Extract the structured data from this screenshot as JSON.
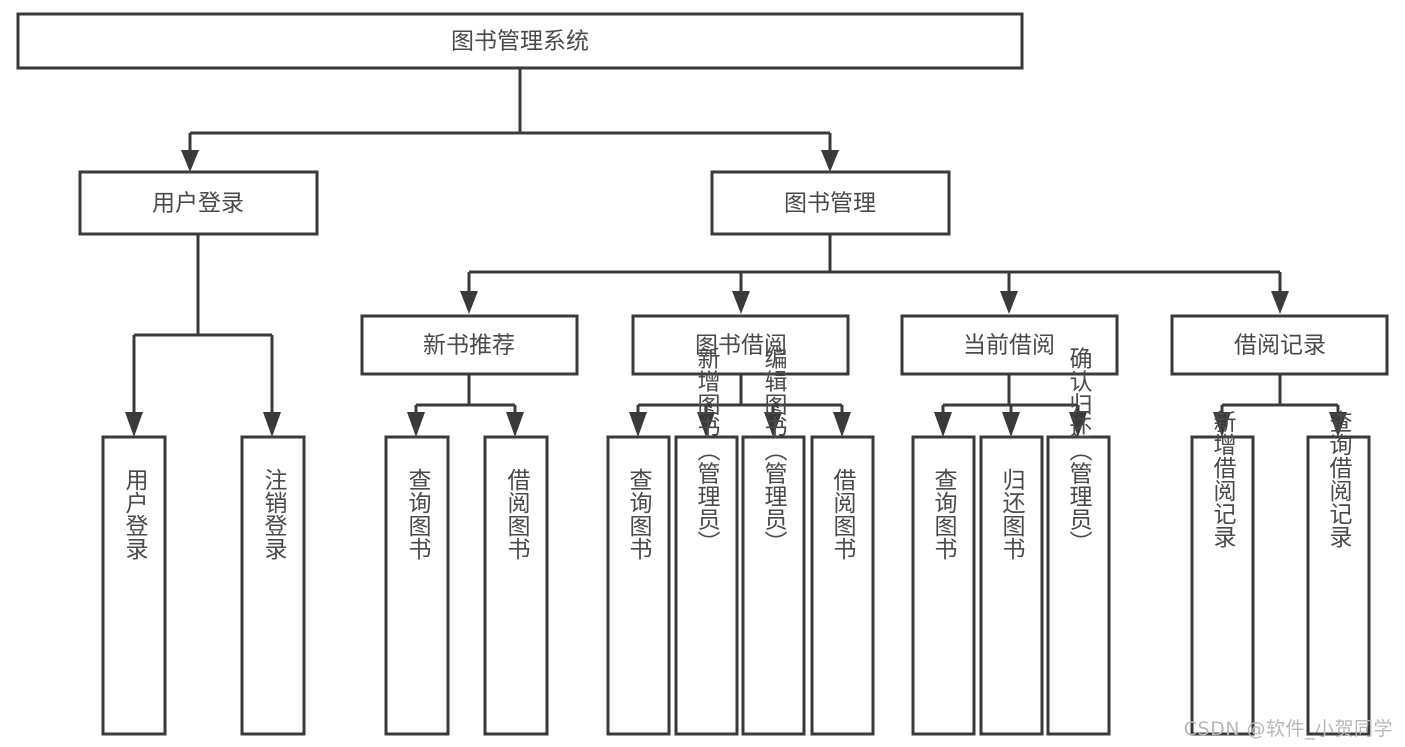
{
  "diagram": {
    "title": "图书管理系统",
    "root": {
      "label": "图书管理系统"
    },
    "level2": [
      {
        "label": "用户登录"
      },
      {
        "label": "图书管理"
      }
    ],
    "level3": [
      {
        "label": "新书推荐"
      },
      {
        "label": "图书借阅"
      },
      {
        "label": "当前借阅"
      },
      {
        "label": "借阅记录"
      }
    ],
    "leaves": {
      "user_login": [
        {
          "label": "用户登录"
        },
        {
          "label": "注销登录"
        }
      ],
      "new_book_recommend": [
        {
          "label": "查询图书"
        },
        {
          "label": "借阅图书"
        }
      ],
      "book_borrow": [
        {
          "label": "查询图书"
        },
        {
          "label": "新增图书（管理员）"
        },
        {
          "label": "编辑图书（管理员）"
        },
        {
          "label": "借阅图书"
        }
      ],
      "current_borrow": [
        {
          "label": "查询图书"
        },
        {
          "label": "归还图书"
        },
        {
          "label": "确认归还（管理员）"
        }
      ],
      "borrow_record": [
        {
          "label": "新增借阅记录"
        },
        {
          "label": "查询借阅记录"
        }
      ]
    }
  },
  "watermark": {
    "text": "CSDN @软件_小贺同学"
  },
  "colors": {
    "stroke": "#3a3a3a",
    "text": "#4a4a4a",
    "background": "#ffffff",
    "watermark": "#b8b8b8"
  }
}
